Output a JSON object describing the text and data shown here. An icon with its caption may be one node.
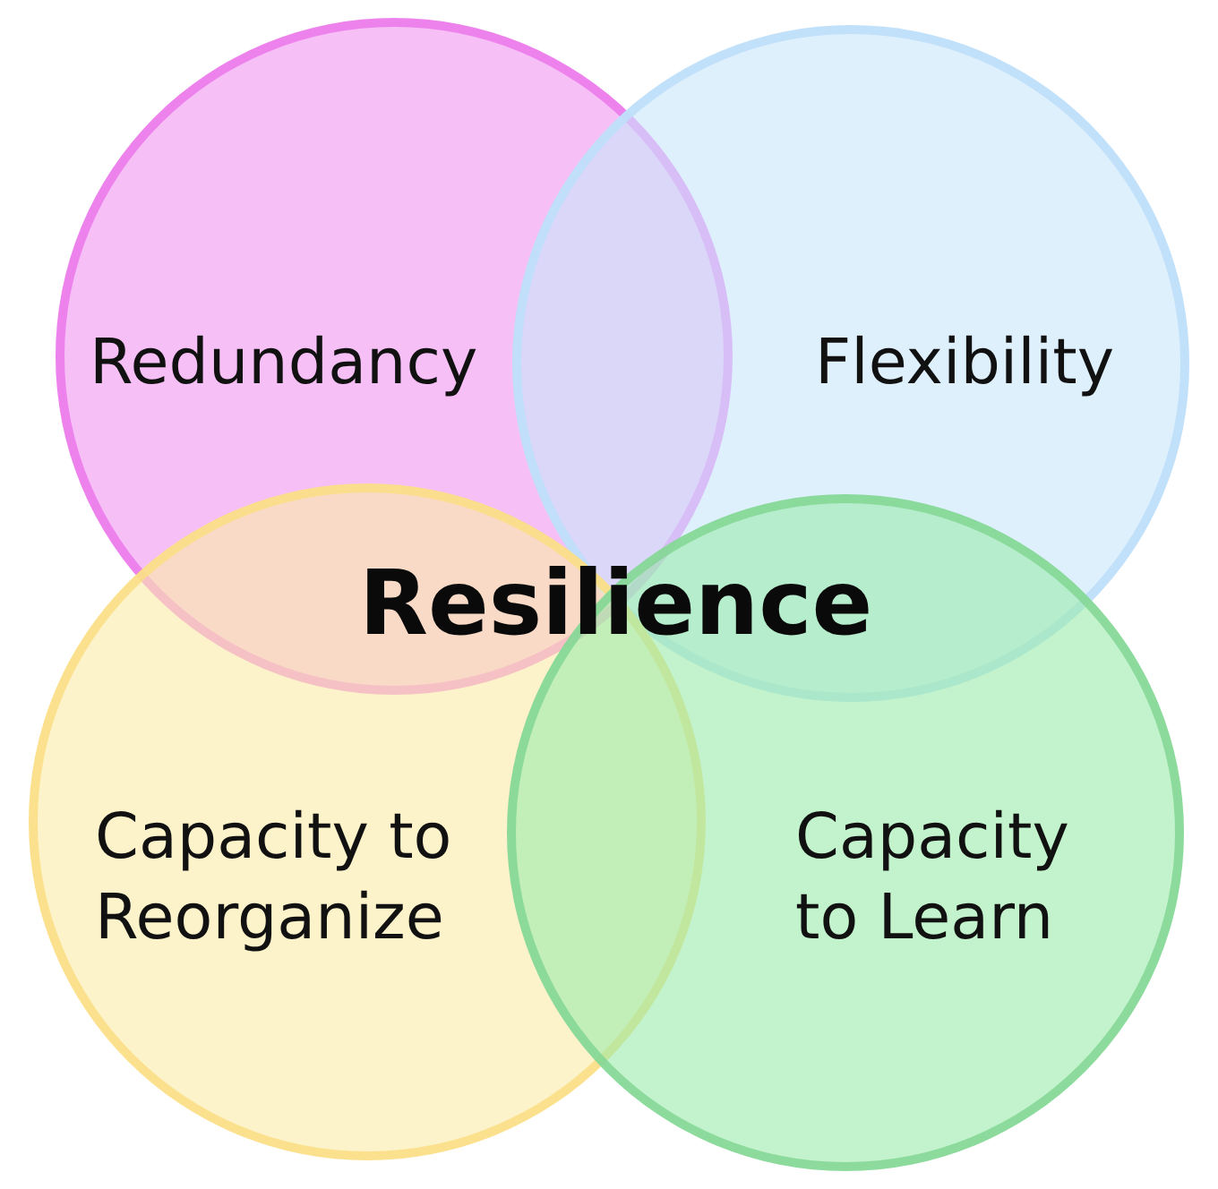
{
  "diagram": {
    "nodes": [
      {
        "text": [
          "Redundancy"
        ]
      },
      {
        "text": [
          "Flexibility"
        ]
      },
      {
        "text": [
          "Capacity to Reorganize"
        ]
      },
      {
        "text": [
          "Capacity to Learn"
        ]
      }
    ],
    "labels": [
      "Resilience"
    ]
  }
}
